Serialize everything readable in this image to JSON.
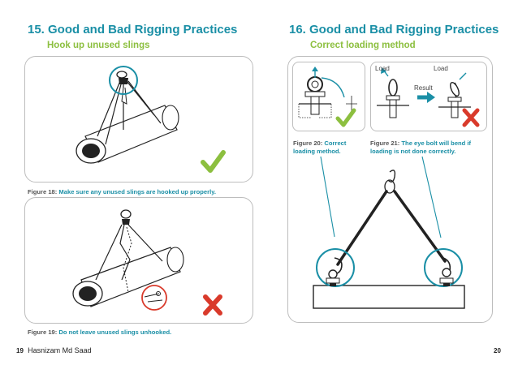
{
  "left_page": {
    "title": "15.  Good and Bad Rigging Practices",
    "subtitle": "Hook up unused slings",
    "fig18": {
      "label": "Figure 18:",
      "text": "Make sure any unused slings are hooked up properly."
    },
    "fig19": {
      "label": "Figure 19:",
      "text": "Do not leave unused slings unhooked."
    },
    "page_number": "19",
    "author": "Hasnizam Md Saad"
  },
  "right_page": {
    "title": "16.  Good and Bad Rigging Practices",
    "subtitle": "Correct loading method",
    "diagram": {
      "load_left": "Load",
      "load_right": "Load",
      "result": "Result"
    },
    "fig20": {
      "label": "Figure 20:",
      "text1": "Correct",
      "text2": "loading method."
    },
    "fig21": {
      "label": "Figure 21:",
      "text1": "The eye bolt will bend if",
      "text2": "loading is not done correctly."
    },
    "page_number": "20"
  },
  "colors": {
    "accent": "#1a8fa6",
    "green": "#8cbf3f",
    "red": "#d93a2b"
  },
  "icons": {
    "correct": "check-mark-icon",
    "wrong": "cross-mark-icon",
    "direction": "arrow-right-icon"
  }
}
